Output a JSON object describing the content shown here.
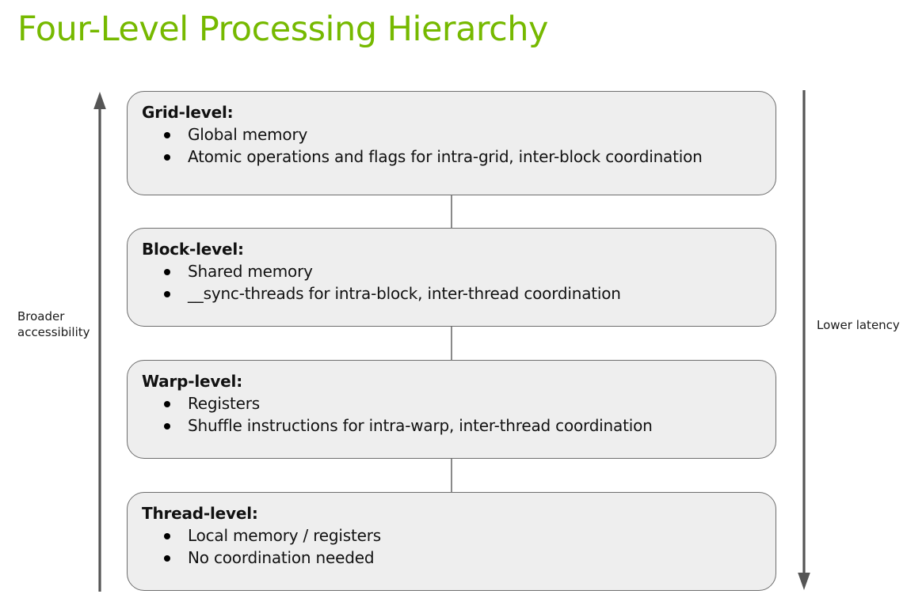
{
  "slide": {
    "title": "Four-Level Processing Hierarchy",
    "title_color": "#76b900",
    "background_color": "#ffffff"
  },
  "axes": {
    "left": {
      "label": "Broader accessibility",
      "label_line1": "Broader",
      "label_line2": "accessibility",
      "direction": "up",
      "color": "#555555"
    },
    "right": {
      "label": "Lower latency",
      "direction": "down",
      "color": "#555555"
    }
  },
  "levels": [
    {
      "heading": "Grid-level:",
      "items": [
        "Global memory",
        "Atomic operations and flags for intra-grid, inter-block coordination"
      ]
    },
    {
      "heading": "Block-level:",
      "items": [
        "Shared memory",
        "__sync-threads for intra-block, inter-thread coordination"
      ]
    },
    {
      "heading": "Warp-level:",
      "items": [
        "Registers",
        "Shuffle instructions for intra-warp, inter-thread coordination"
      ]
    },
    {
      "heading": "Thread-level:",
      "items": [
        "Local memory / registers",
        "No coordination needed"
      ]
    }
  ],
  "style": {
    "box_fill": "#eeeeee",
    "box_border": "#6e6e6e",
    "connector_color": "#8a8a8a",
    "text_color": "#111111"
  }
}
